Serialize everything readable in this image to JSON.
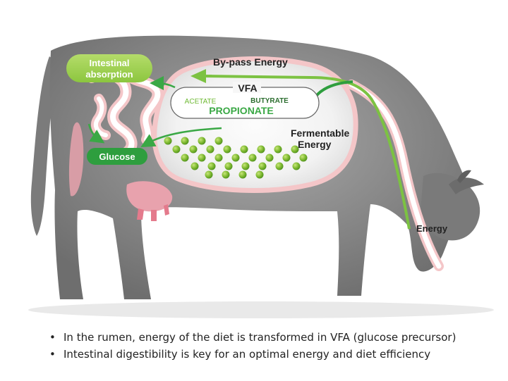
{
  "diagram": {
    "vfa": "VFA",
    "acetate": "ACETATE",
    "butyrate": "BUTYRATE",
    "propionate": "PROPIONATE",
    "bypass": "By-pass Energy",
    "fermentable_line1": "Fermentable",
    "fermentable_line2": "Energy",
    "energy": "Energy",
    "intestinal_line1": "Intestinal",
    "intestinal_line2": "absorption",
    "glucose": "Glucose"
  },
  "bullets": [
    "In the rumen, energy of the diet is transformed in VFA (glucose precursor)",
    "Intestinal digestibility is key for an optimal energy and diet efficiency"
  ],
  "colors": {
    "green_dark": "#2e9e3e",
    "green_light": "#8cc63f",
    "green_mid": "#4db33d",
    "cow_gray": "#8a8a8a",
    "highlight_pink": "#f4c6c8",
    "udder_pink": "#e47a8c"
  }
}
